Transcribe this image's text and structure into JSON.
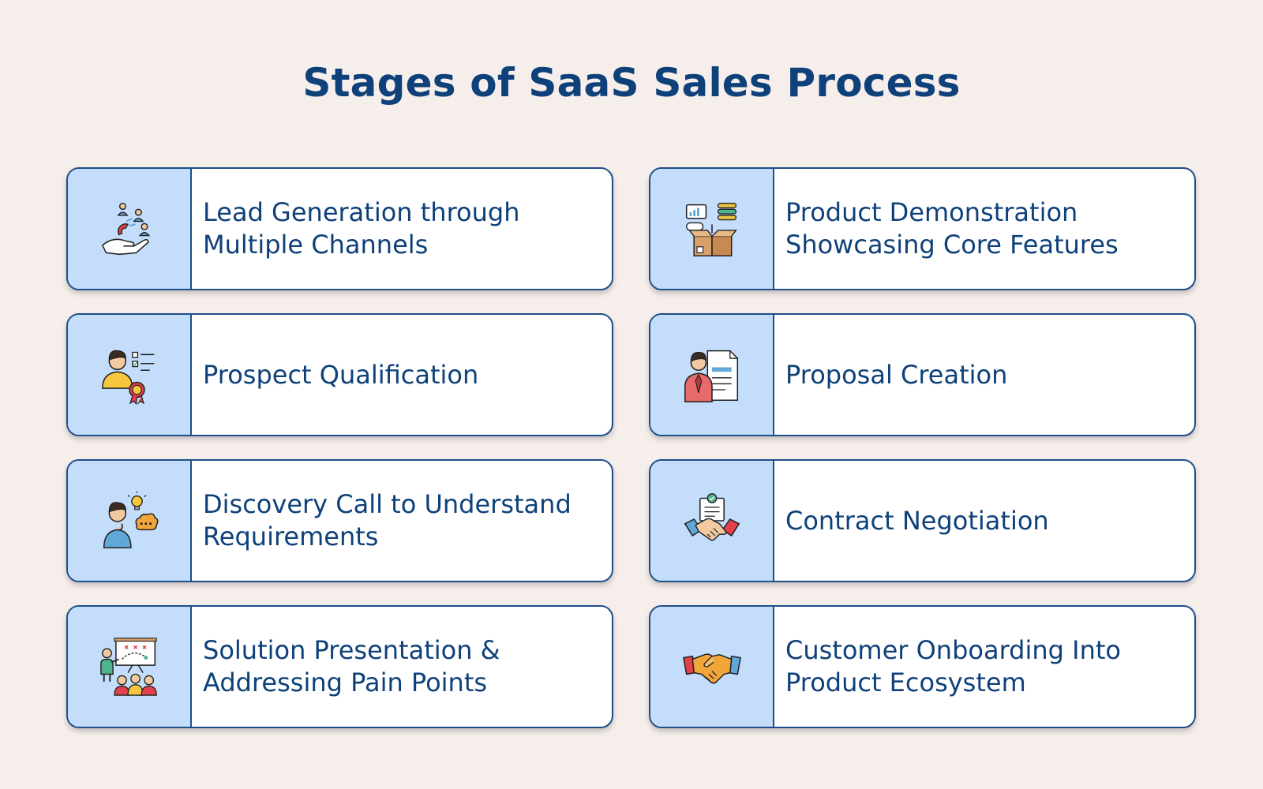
{
  "title": "Stages of SaaS Sales Process",
  "colors": {
    "background": "#f6eeeb",
    "title": "#0e417a",
    "card_border": "#1e4f8a",
    "icon_panel": "#c3ddfb",
    "card_text": "#0e417a"
  },
  "stages": [
    {
      "label": "Lead Generation through\nMultiple Channels",
      "icon": "lead-magnet-icon"
    },
    {
      "label": "Product Demonstration\nShowcasing Core Features",
      "icon": "product-box-icon"
    },
    {
      "label": "Prospect Qualification",
      "icon": "qualified-person-icon"
    },
    {
      "label": "Proposal Creation",
      "icon": "proposal-document-icon"
    },
    {
      "label": "Discovery Call to Understand\nRequirements",
      "icon": "thinking-person-icon"
    },
    {
      "label": "Contract Negotiation",
      "icon": "contract-handshake-icon"
    },
    {
      "label": "Solution Presentation &\nAddressing Pain Points",
      "icon": "presentation-board-icon"
    },
    {
      "label": "Customer Onboarding Into\nProduct Ecosystem",
      "icon": "handshake-icon"
    }
  ]
}
